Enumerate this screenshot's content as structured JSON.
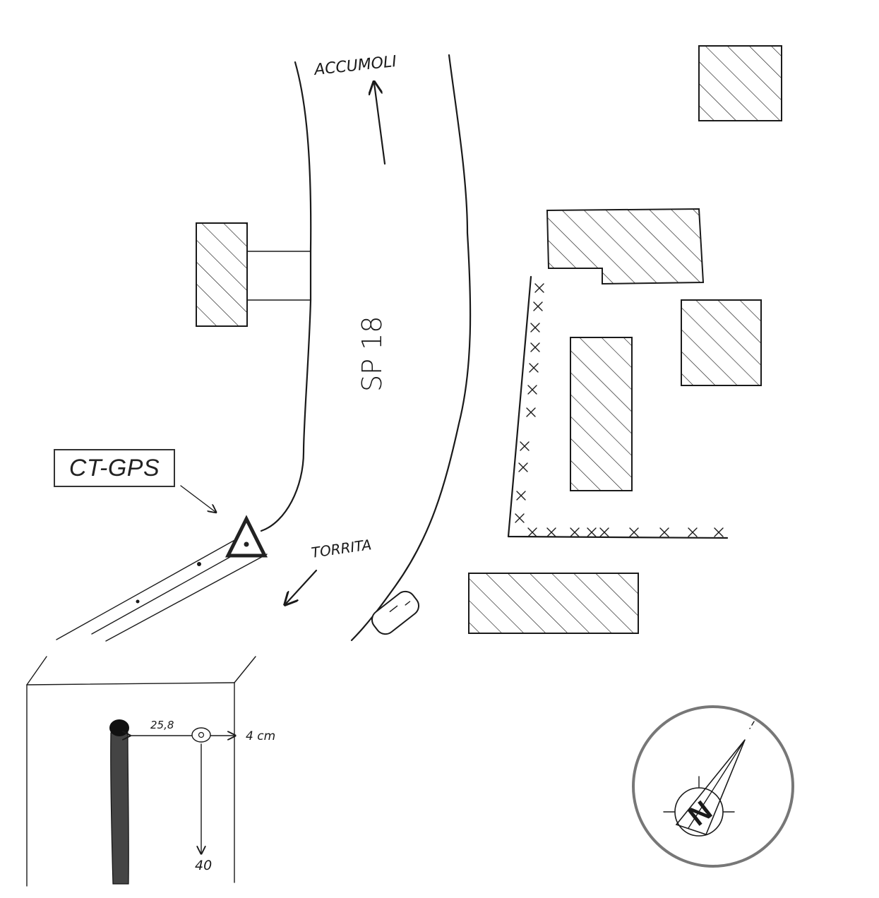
{
  "labels": {
    "north_destination": "ACCUMOLI",
    "road_name": "SP 18",
    "south_destination": "TORRITA",
    "station_code": "CT-GPS",
    "distance_horizontal": "25,8",
    "distance_edge": "4 cm",
    "distance_vertical": "40"
  },
  "compass": {
    "direction_letter": "N",
    "ring_color": "#777777"
  },
  "colors": {
    "ink": "#1a1a1a",
    "box_border": "#333333"
  }
}
